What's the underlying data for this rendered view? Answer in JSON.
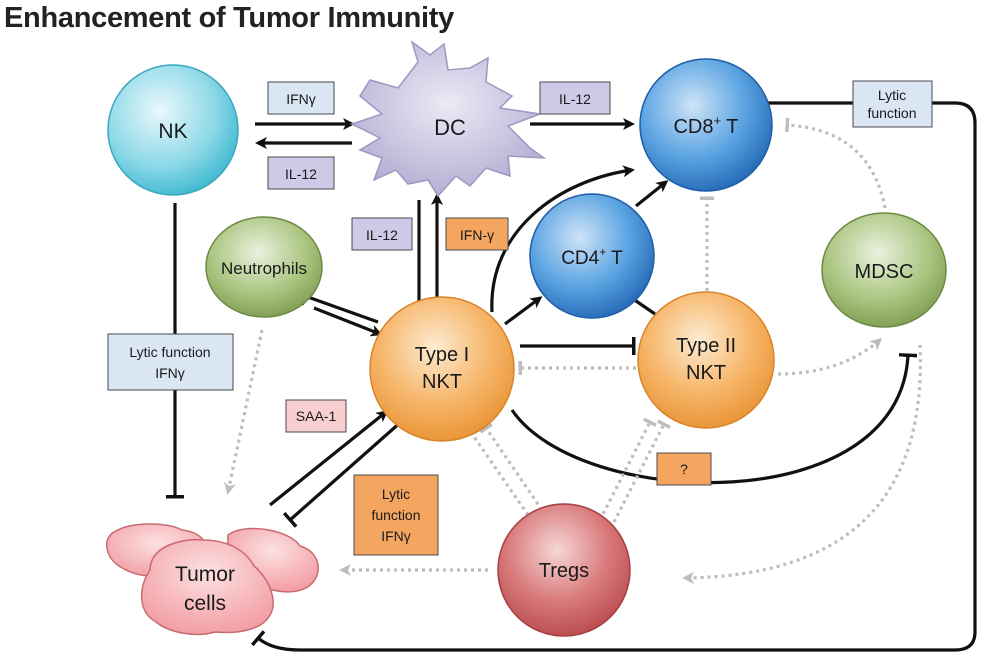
{
  "title": "Enhancement of Tumor Immunity",
  "colors": {
    "nk": "#4cc3da",
    "dc": "#b9b6d6",
    "cd8": "#2f7fcf",
    "cd4": "#2f7fcf",
    "mdsc": "#8bad5e",
    "neutrophils": "#8bad5e",
    "nkt": "#f3a549",
    "tregs": "#c9595b",
    "tumor": "#f4a3a8",
    "box_blue": "#dbe6f4",
    "box_purple": "#cfc8e6",
    "box_orange": "#f4a560",
    "box_pink": "#f7cfcf"
  },
  "nodes": {
    "nk": "NK",
    "dc": "DC",
    "cd8": "CD8",
    "cd8_sup": "+",
    "cd8_suffix": " T",
    "cd4": "CD4",
    "cd4_sup": "+",
    "cd4_suffix": " T",
    "neutrophils": "Neutrophils",
    "mdsc": "MDSC",
    "type1_line1": "Type I",
    "type1_line2": "NKT",
    "type2_line1": "Type II",
    "type2_line2": "NKT",
    "tregs": "Tregs",
    "tumor_line1": "Tumor",
    "tumor_line2": "cells"
  },
  "labels": {
    "ifng_nk_dc": "IFNγ",
    "il12_dc_nk": "IL-12",
    "il12_dc_cd8": "IL-12",
    "lytic_cd8_line1": "Lytic",
    "lytic_cd8_line2": "function",
    "il12_dc_nkt": "IL-12",
    "ifng_nkt_dc": "IFN-γ",
    "lytic_nk_line1": "Lytic function",
    "lytic_nk_line2": "IFNγ",
    "saa1": "SAA-1",
    "lytic_nkt_line1": "Lytic",
    "lytic_nkt_line2": "function",
    "lytic_nkt_line3": "IFNγ",
    "question": "?"
  }
}
